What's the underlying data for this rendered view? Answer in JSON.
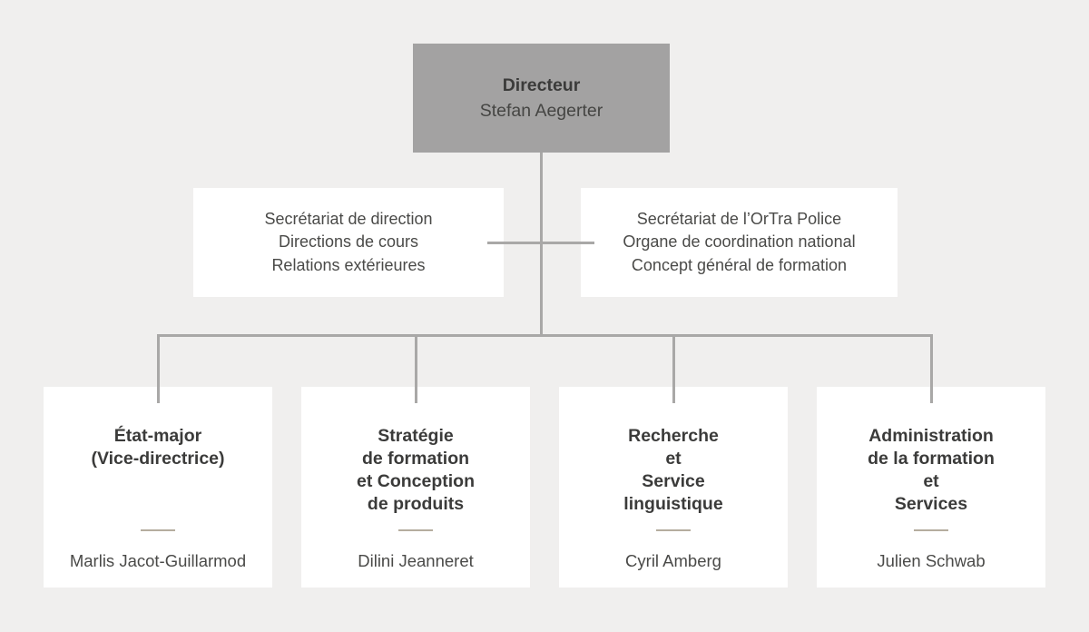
{
  "palette": {
    "background": "#f0efee",
    "node_gray": "#a3a2a2",
    "node_white": "#ffffff",
    "connector": "#a9a8a7",
    "separator": "#b5ad9f",
    "text": "#4a4a48",
    "text_bold": "#3b3b3a"
  },
  "director": {
    "title": "Directeur",
    "name": "Stefan Aegerter"
  },
  "staff_units": [
    {
      "lines": [
        "Secrétariat de direction",
        "Directions de cours",
        "Relations extérieures"
      ]
    },
    {
      "lines": [
        "Secrétariat de l’OrTra Police",
        "Organe de coordination national",
        "Concept général de formation"
      ]
    }
  ],
  "departments": [
    {
      "title_lines": [
        "État-major",
        "(Vice-directrice)"
      ],
      "name": "Marlis Jacot-Guillarmod"
    },
    {
      "title_lines": [
        "Stratégie",
        "de formation",
        "et Conception",
        "de produits"
      ],
      "name": "Dilini Jeanneret"
    },
    {
      "title_lines": [
        "Recherche",
        "et",
        "Service",
        "linguistique"
      ],
      "name": "Cyril Amberg"
    },
    {
      "title_lines": [
        "Administration",
        "de la formation",
        "et",
        "Services"
      ],
      "name": "Julien Schwab"
    }
  ]
}
